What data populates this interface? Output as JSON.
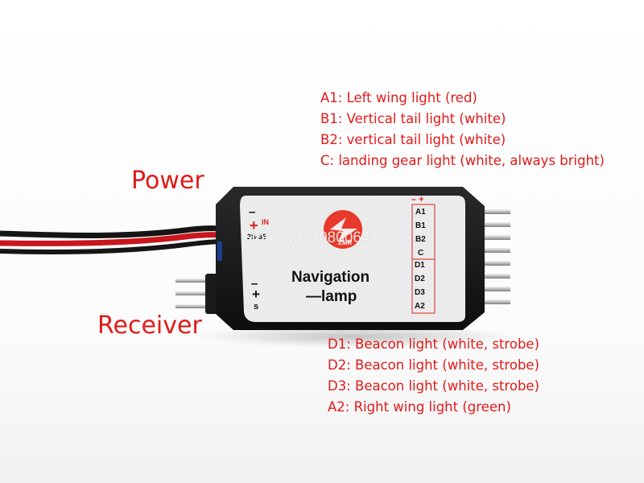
{
  "labels": {
    "power": "Power",
    "receiver": "Receiver"
  },
  "legend_top": [
    "A1: Left wing light (red)",
    "B1: Vertical tail light (white)",
    "B2: vertical tail light (white)",
    "C: landing gear light (white, always bright)"
  ],
  "legend_bottom": [
    "D1: Beacon light (white, strobe)",
    "D2: Beacon light (white, strobe)",
    "D3: Beacon light (white, strobe)",
    "A2: Right wing light (green)"
  ],
  "sticker": {
    "title_line1": "Navigation",
    "title_line2": "—lamp",
    "power_minus": "–",
    "power_plus": "+",
    "power_in": "IN",
    "voltage": "2S-3S",
    "signal_minus": "–",
    "signal_plus": "+",
    "signal_s": "s",
    "header_polarity": "– +",
    "logo_text": "ZMR",
    "ports": [
      "A1",
      "B1",
      "B2",
      "C",
      "D1",
      "D2",
      "D3",
      "A2"
    ]
  },
  "watermark": "Store No: 3080064",
  "colors": {
    "annotation": "#e11a1a",
    "module_body": "#1b1b1b",
    "sticker": "#ebebeb",
    "wire_red": "#c8161c",
    "wire_black": "#151515",
    "pin_metal": "#c9c9c9"
  }
}
